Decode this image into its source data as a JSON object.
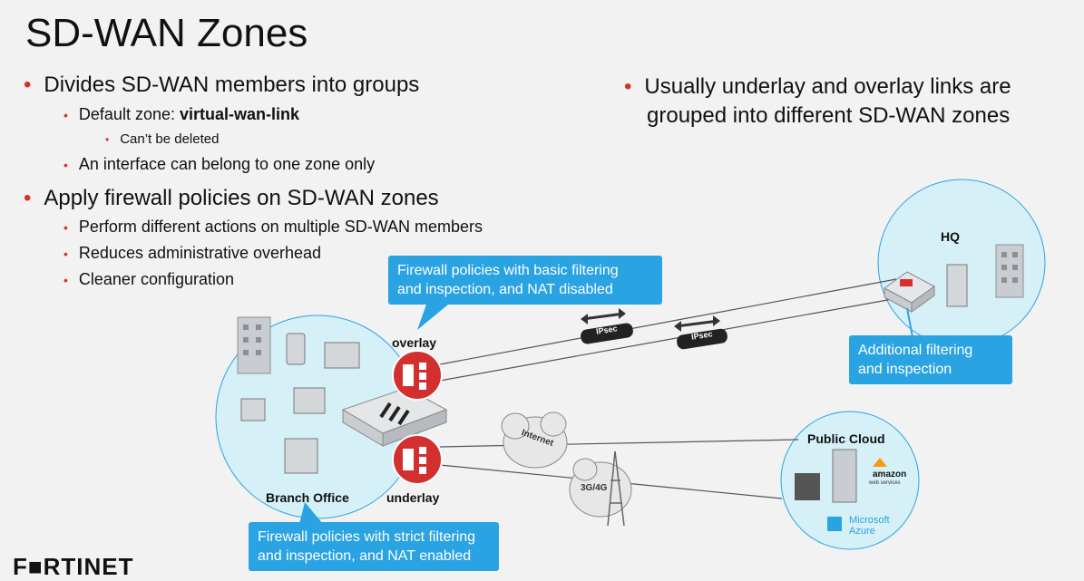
{
  "title": "SD-WAN Zones",
  "bullets_left": {
    "b1": "Divides SD-WAN members into groups",
    "b1_sub1_prefix": "Default zone: ",
    "b1_sub1_bold": "virtual-wan-link",
    "b1_sub1_sub": "Can’t be deleted",
    "b1_sub2": "An interface can belong to one zone only",
    "b2": "Apply firewall policies on SD-WAN zones",
    "b2_sub1": "Perform different actions on multiple SD-WAN members",
    "b2_sub2": "Reduces administrative overhead",
    "b2_sub3": "Cleaner configuration"
  },
  "bullet_right": {
    "line1": "Usually underlay and overlay links are",
    "line2": "grouped into different SD-WAN zones"
  },
  "diagram": {
    "callout_overlay": [
      "Firewall policies with basic filtering",
      "and inspection, and NAT disabled"
    ],
    "callout_hq": [
      "Additional filtering",
      "and inspection"
    ],
    "callout_underlay": [
      "Firewall policies with strict filtering",
      "and inspection, and NAT enabled"
    ],
    "label_overlay": "overlay",
    "label_underlay": "underlay",
    "label_branch": "Branch Office",
    "label_hq": "HQ",
    "label_public_cloud": "Public Cloud",
    "tunnel_label_1": "IPsec",
    "tunnel_label_2": "IPsec",
    "cloud_internet": "Internet",
    "cloud_3g4g": "3G/4G",
    "amazon_label": "amazon",
    "amazon_sub": "web services",
    "azure_label_1": "Microsoft",
    "azure_label_2": "Azure"
  },
  "logo": "F■RTINET",
  "colors": {
    "accent_red": "#d93025",
    "callout_blue": "#2aa3e2",
    "zone_circle": "#d6f0f8"
  }
}
